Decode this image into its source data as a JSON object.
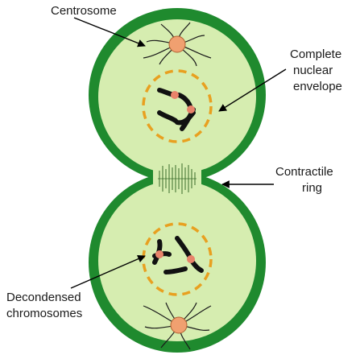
{
  "labels": {
    "centrosome": "Centrosome",
    "nuclear_envelope": [
      "Complete",
      "nuclear",
      "envelope"
    ],
    "contractile_ring": [
      "Contractile",
      "ring"
    ],
    "decondensed_chromosomes": [
      "Decondensed",
      "chromosomes"
    ]
  },
  "colors": {
    "cell_wall": "#1f8a2e",
    "cytoplasm": "#d6edb0",
    "nuclear_envelope": "#e8a020",
    "centrosome": "#f0a070",
    "chromosome": "#111111",
    "centromere": "#e8836a",
    "arrow": "#000000"
  }
}
